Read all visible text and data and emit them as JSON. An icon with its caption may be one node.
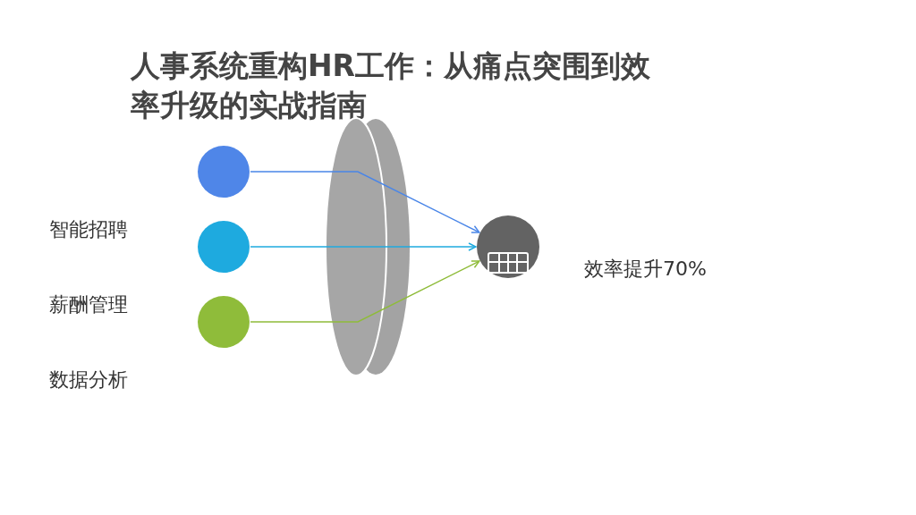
{
  "diagram": {
    "title": "人事系统重构HR工作：从痛点突围到效率升级的实战指南",
    "nodes": [
      {
        "text": [],
        "shape": "circle",
        "beside": [
          "智能招聘"
        ]
      },
      {
        "text": [],
        "shape": "circle",
        "beside": [
          "薪酬管理"
        ]
      },
      {
        "text": [],
        "shape": "circle",
        "beside": [
          "数据分析"
        ]
      },
      {
        "text": [],
        "shape": "circle",
        "beside": [
          "效率提升70%"
        ]
      }
    ],
    "edges": [
      {
        "from": 0,
        "to": 3,
        "arrow": "to",
        "color": "#4a86e8"
      },
      {
        "from": 1,
        "to": 3,
        "arrow": "to",
        "color": "#1eaadf"
      },
      {
        "from": 2,
        "to": 3,
        "arrow": "to",
        "color": "#8fbc3a"
      }
    ]
  }
}
